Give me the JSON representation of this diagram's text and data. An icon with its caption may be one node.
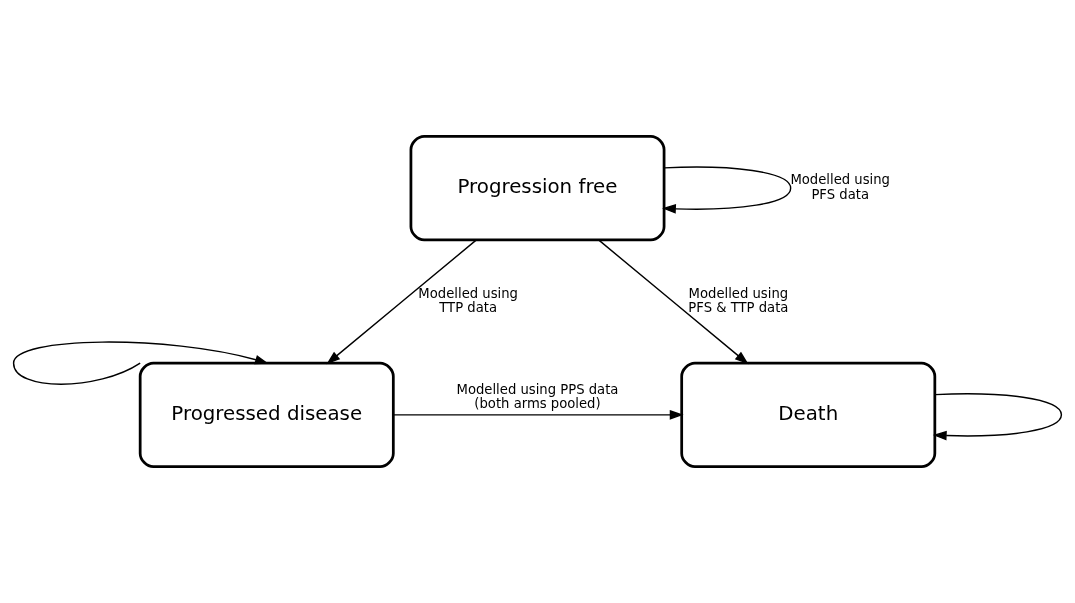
{
  "diagram": {
    "nodes": [
      {
        "text": [
          "Progression free"
        ]
      },
      {
        "text": [
          "Progressed disease"
        ]
      },
      {
        "text": [
          "Death"
        ]
      }
    ],
    "edges": [
      {
        "from": 0,
        "to": 0,
        "arrow": "to",
        "label": "Modelled using PFS data"
      },
      {
        "from": 0,
        "to": 1,
        "arrow": "to",
        "label": "Modelled using TTP data"
      },
      {
        "from": 0,
        "to": 2,
        "arrow": "to",
        "label": "Modelled using PFS & TTP data"
      },
      {
        "from": 1,
        "to": 1,
        "arrow": "to"
      },
      {
        "from": 1,
        "to": 2,
        "arrow": "to",
        "label": "Modelled using PPS data (both arms pooled)"
      },
      {
        "from": 2,
        "to": 2,
        "arrow": "to"
      }
    ]
  }
}
